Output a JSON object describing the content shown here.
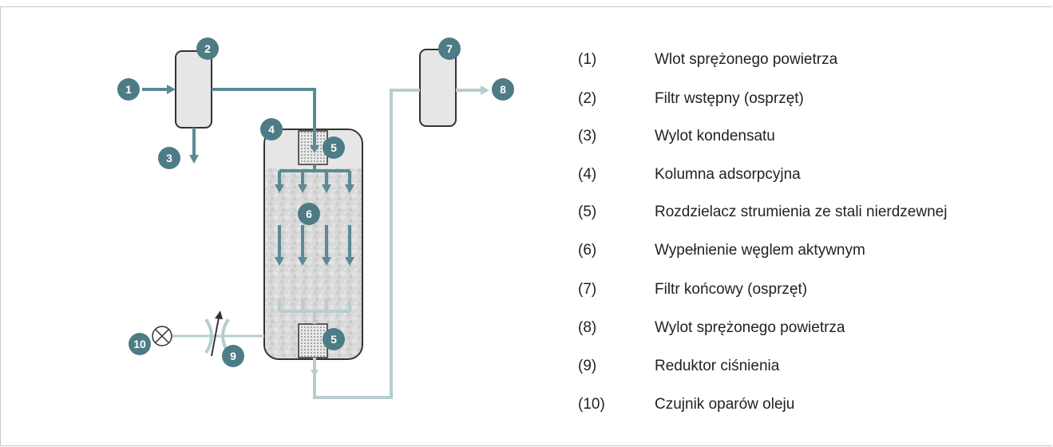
{
  "colors": {
    "flow_dark": "#5a8a95",
    "flow_light": "#b8cdd0",
    "badge": "#4d7c86",
    "component_fill": "#e6e6e6",
    "outline": "#333333"
  },
  "badges": [
    "1",
    "2",
    "3",
    "4",
    "5",
    "5",
    "6",
    "7",
    "8",
    "9",
    "10"
  ],
  "legend": [
    {
      "num": "(1)",
      "label": "Wlot sprężonego powietrza"
    },
    {
      "num": "(2)",
      "label": "Filtr wstępny (osprzęt)"
    },
    {
      "num": "(3)",
      "label": "Wylot kondensatu"
    },
    {
      "num": "(4)",
      "label": "Kolumna adsorpcyjna"
    },
    {
      "num": "(5)",
      "label": "Rozdzielacz strumienia ze stali nierdzewnej"
    },
    {
      "num": "(6)",
      "label": "Wypełnienie węglem aktywnym"
    },
    {
      "num": "(7)",
      "label": "Filtr końcowy (osprzęt)"
    },
    {
      "num": "(8)",
      "label": "Wylot sprężonego powietrza"
    },
    {
      "num": "(9)",
      "label": "Reduktor ciśnienia"
    },
    {
      "num": "(10)",
      "label": "Czujnik oparów oleju"
    }
  ]
}
